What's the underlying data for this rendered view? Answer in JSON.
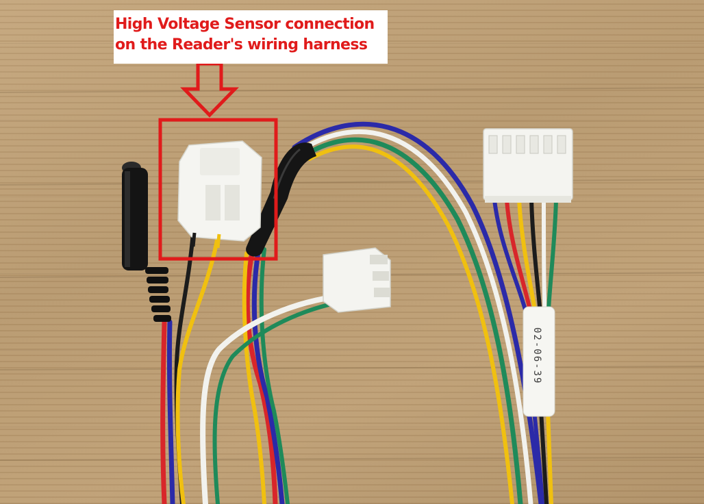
{
  "annotation": {
    "caption_line_1": "High Voltage Sensor connection",
    "caption_line_2": "on the Reader's wiring harness",
    "highlight_color": "#e01b1b",
    "arrow_direction": "down"
  },
  "cable_tag": {
    "text": "02-06-39"
  },
  "colors": {
    "wire_blue": "#2b2aa8",
    "wire_red": "#d8262a",
    "wire_yellow": "#f0c010",
    "wire_black": "#1c1c1c",
    "wire_white": "#f2f2ee",
    "wire_green": "#1f8a5a",
    "connector_plastic": "#f4f4f0",
    "cardboard": "#b89a72"
  }
}
